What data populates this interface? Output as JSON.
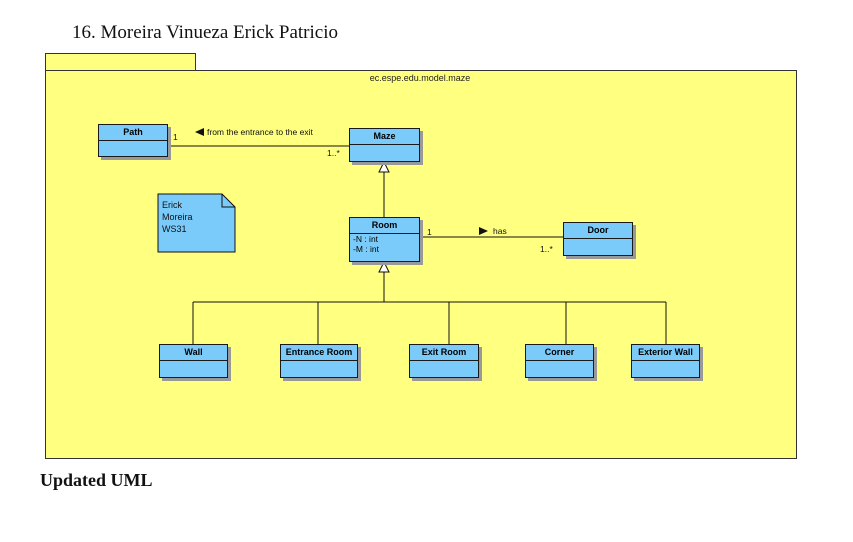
{
  "document": {
    "heading": "16. Moreira Vinueza Erick Patricio",
    "caption": "Updated UML"
  },
  "diagram": {
    "package_name": "ec.espe.edu.model.maze",
    "classes": {
      "path": "Path",
      "maze": "Maze",
      "room": "Room",
      "room_attr_1": "-N : int",
      "room_attr_2": "-M : int",
      "door": "Door",
      "wall": "Wall",
      "entrance_room": "Entrance Room",
      "exit_room": "Exit Room",
      "corner": "Corner",
      "exterior_wall": "Exterior Wall"
    },
    "note": {
      "line1": "Erick",
      "line2": "Moreira",
      "line3": "WS31"
    },
    "associations": {
      "path_maze": {
        "label": "from the entrance to the exit",
        "mult_path": "1",
        "mult_maze": "1..*"
      },
      "room_door": {
        "label": "has",
        "mult_room": "1",
        "mult_door": "1..*"
      }
    },
    "colors": {
      "package_fill": "#ffff80",
      "class_fill": "#7acbfa"
    }
  }
}
